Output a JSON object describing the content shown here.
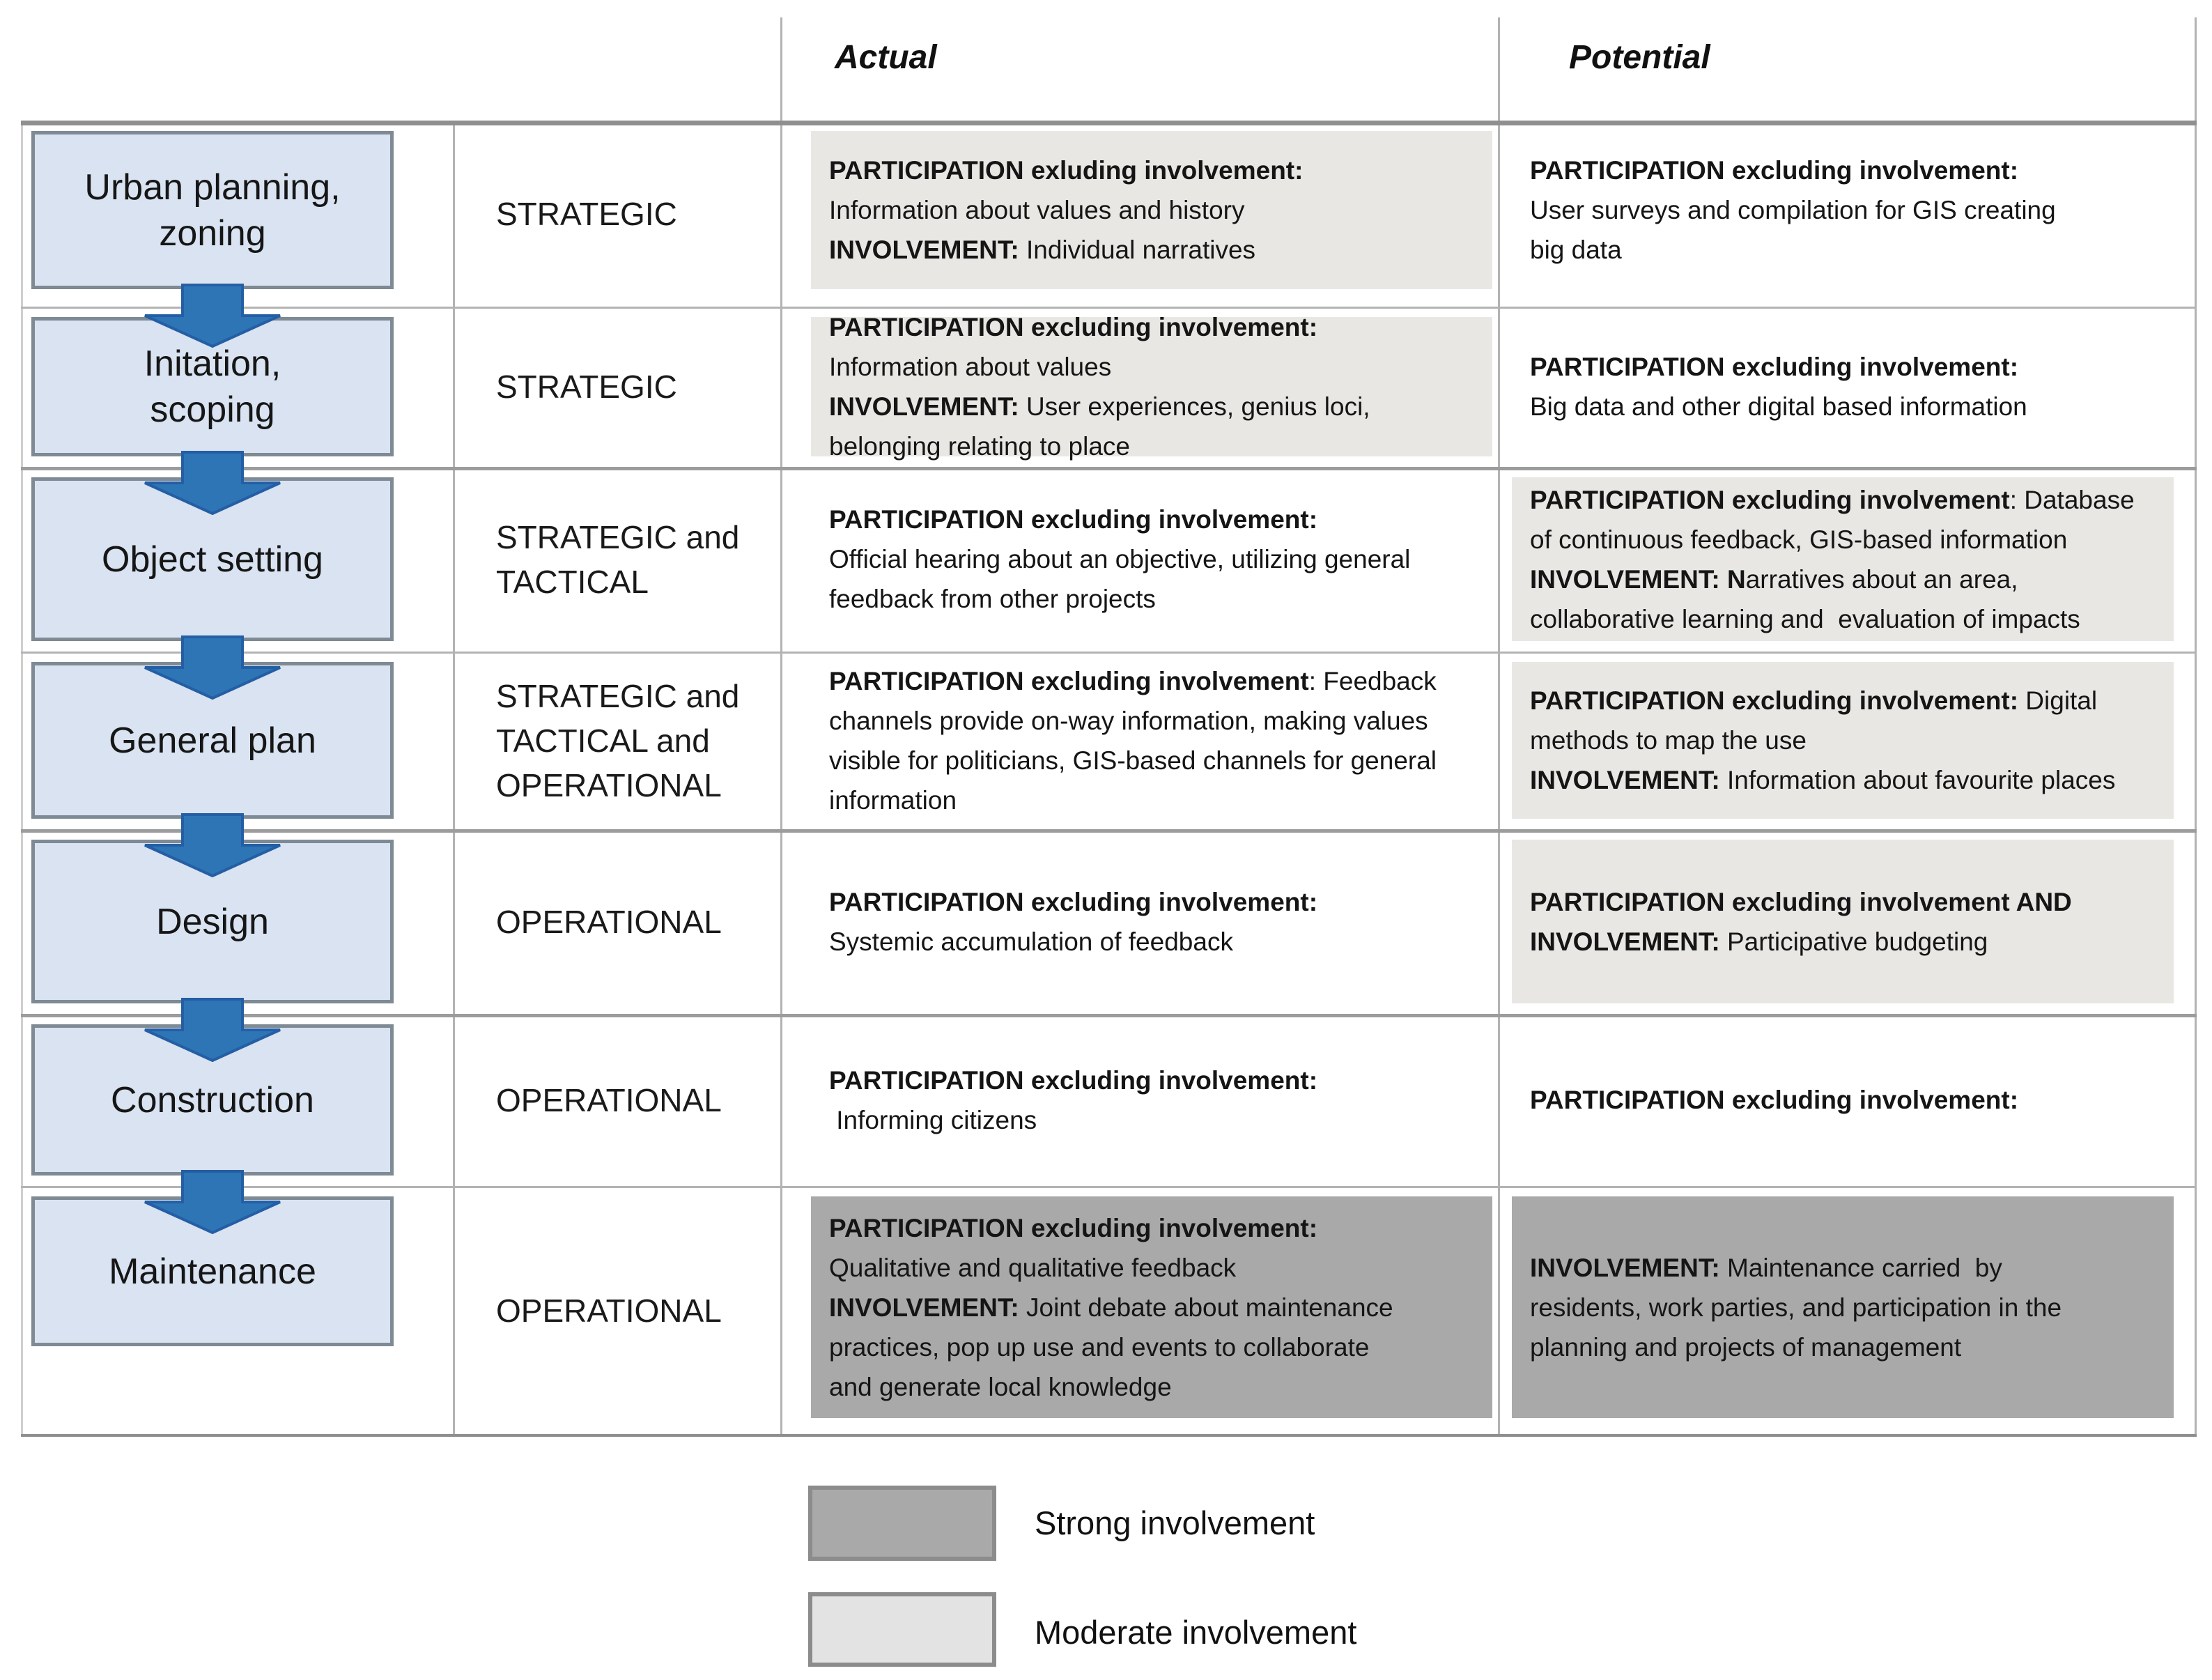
{
  "headers": {
    "actual": "Actual",
    "potential": "Potential"
  },
  "colors": {
    "phase_fill": "#d9e3f1",
    "phase_border": "#7e8a94",
    "arrow_fill": "#2e75b6",
    "arrow_border": "#245ea5",
    "moderate_fill": "#e9e7e4",
    "strong_fill": "#a9a9a9",
    "legend_moderate_fill": "#e3e3e3",
    "legend_border": "#8c8c8c",
    "grid_light": "#b3b3b3",
    "grid_strong": "#8f8f8f",
    "text": "#1a1a1a"
  },
  "rows": [
    {
      "phase": "Urban planning,\nzoning",
      "level": "STRATEGIC",
      "actual": {
        "shade": "moderate",
        "segments": [
          {
            "b": true,
            "t": "PARTICIPATION exluding involvement:"
          },
          {
            "b": false,
            "t": "\nInformation about values and history\n"
          },
          {
            "b": true,
            "t": "INVOLVEMENT:"
          },
          {
            "b": false,
            "t": " Individual narratives"
          }
        ]
      },
      "potential": {
        "shade": "none",
        "segments": [
          {
            "b": true,
            "t": "PARTICIPATION excluding involvement:"
          },
          {
            "b": false,
            "t": "\nUser surveys and compilation for GIS creating\nbig data"
          }
        ]
      }
    },
    {
      "phase": "Initation,\nscoping",
      "level": "STRATEGIC",
      "actual": {
        "shade": "moderate",
        "segments": [
          {
            "b": true,
            "t": "PARTICIPATION excluding involvement:"
          },
          {
            "b": false,
            "t": "\nInformation about values\n"
          },
          {
            "b": true,
            "t": "INVOLVEMENT:"
          },
          {
            "b": false,
            "t": " User experiences, genius loci,\nbelonging relating to place"
          }
        ]
      },
      "potential": {
        "shade": "none",
        "segments": [
          {
            "b": true,
            "t": "PARTICIPATION excluding involvement:"
          },
          {
            "b": false,
            "t": "\nBig data and other digital based information"
          }
        ]
      }
    },
    {
      "phase": "Object setting",
      "level": "STRATEGIC and\nTACTICAL",
      "actual": {
        "shade": "none",
        "segments": [
          {
            "b": true,
            "t": "PARTICIPATION excluding involvement:"
          },
          {
            "b": false,
            "t": "\nOfficial hearing about an objective, utilizing general\nfeedback from other projects"
          }
        ]
      },
      "potential": {
        "shade": "moderate",
        "segments": [
          {
            "b": true,
            "t": "PARTICIPATION excluding involvement"
          },
          {
            "b": false,
            "t": ": Database\nof continuous feedback, GIS-based information\n"
          },
          {
            "b": true,
            "t": "INVOLVEMENT: N"
          },
          {
            "b": false,
            "t": "arratives about an area,\ncollaborative learning and  evaluation of impacts"
          }
        ]
      }
    },
    {
      "phase": "General plan",
      "level": "STRATEGIC and\nTACTICAL and\nOPERATIONAL",
      "actual": {
        "shade": "none",
        "segments": [
          {
            "b": true,
            "t": "PARTICIPATION excluding involvement"
          },
          {
            "b": false,
            "t": ": Feedback\nchannels provide on-way information, making values\nvisible for politicians, GIS-based channels for general\ninformation"
          }
        ]
      },
      "potential": {
        "shade": "moderate",
        "segments": [
          {
            "b": true,
            "t": "PARTICIPATION excluding involvement:"
          },
          {
            "b": false,
            "t": " Digital\nmethods to map the use\n"
          },
          {
            "b": true,
            "t": "INVOLVEMENT:"
          },
          {
            "b": false,
            "t": " Information about favourite places"
          }
        ]
      }
    },
    {
      "phase": "Design",
      "level": "OPERATIONAL",
      "actual": {
        "shade": "none",
        "segments": [
          {
            "b": true,
            "t": "PARTICIPATION excluding involvement:"
          },
          {
            "b": false,
            "t": "\nSystemic accumulation of feedback"
          }
        ]
      },
      "potential": {
        "shade": "moderate",
        "segments": [
          {
            "b": true,
            "t": "PARTICIPATION excluding involvement AND\nINVOLVEMENT:"
          },
          {
            "b": false,
            "t": " Participative budgeting"
          }
        ]
      }
    },
    {
      "phase": "Construction",
      "level": "OPERATIONAL",
      "actual": {
        "shade": "none",
        "segments": [
          {
            "b": true,
            "t": "PARTICIPATION excluding involvement:"
          },
          {
            "b": false,
            "t": "\n Informing citizens"
          }
        ]
      },
      "potential": {
        "shade": "none",
        "segments": [
          {
            "b": true,
            "t": "PARTICIPATION excluding involvement:"
          }
        ]
      }
    },
    {
      "phase": "Maintenance",
      "level": "OPERATIONAL",
      "actual": {
        "shade": "strong",
        "segments": [
          {
            "b": true,
            "t": "PARTICIPATION excluding involvement:"
          },
          {
            "b": false,
            "t": "\nQualitative and qualitative feedback\n"
          },
          {
            "b": true,
            "t": "INVOLVEMENT:"
          },
          {
            "b": false,
            "t": " Joint debate about maintenance\npractices, pop up use and events to collaborate\nand generate local knowledge"
          }
        ]
      },
      "potential": {
        "shade": "strong",
        "segments": [
          {
            "b": true,
            "t": "INVOLVEMENT:"
          },
          {
            "b": false,
            "t": " Maintenance carried  by\nresidents, work parties, and participation in the\nplanning and projects of management"
          }
        ]
      }
    }
  ],
  "legend": {
    "items": [
      {
        "shade": "strong",
        "label": "Strong involvement"
      },
      {
        "shade": "moderate",
        "label": "Moderate involvement"
      }
    ]
  }
}
